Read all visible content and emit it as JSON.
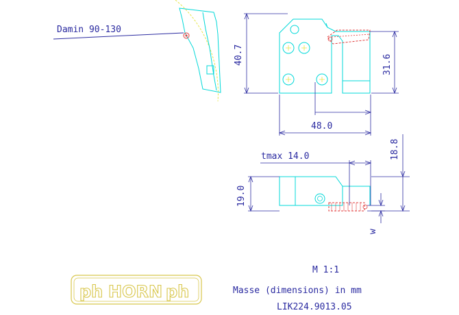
{
  "labels": {
    "damin": "Damin  90-130",
    "dim_height_total": "40.7",
    "dim_height_upper": "31.6",
    "dim_width": "48.0",
    "tmax": "tmax  14.0",
    "dim_18_8": "18.8",
    "dim_19_0": "19.0",
    "w": "w",
    "scale": "M 1:1",
    "units": "Masse (dimensions) in mm",
    "part_no": "LIK224.9013.05"
  },
  "logo": {
    "left_mark": "ph",
    "brand": "HORN",
    "right_mark": "ph"
  },
  "colors": {
    "outline": "#00d8d8",
    "dimension": "#2a2aa0",
    "arc": "#e6e64a",
    "screw": "#e03a3a",
    "logo": "#d8c64a"
  }
}
